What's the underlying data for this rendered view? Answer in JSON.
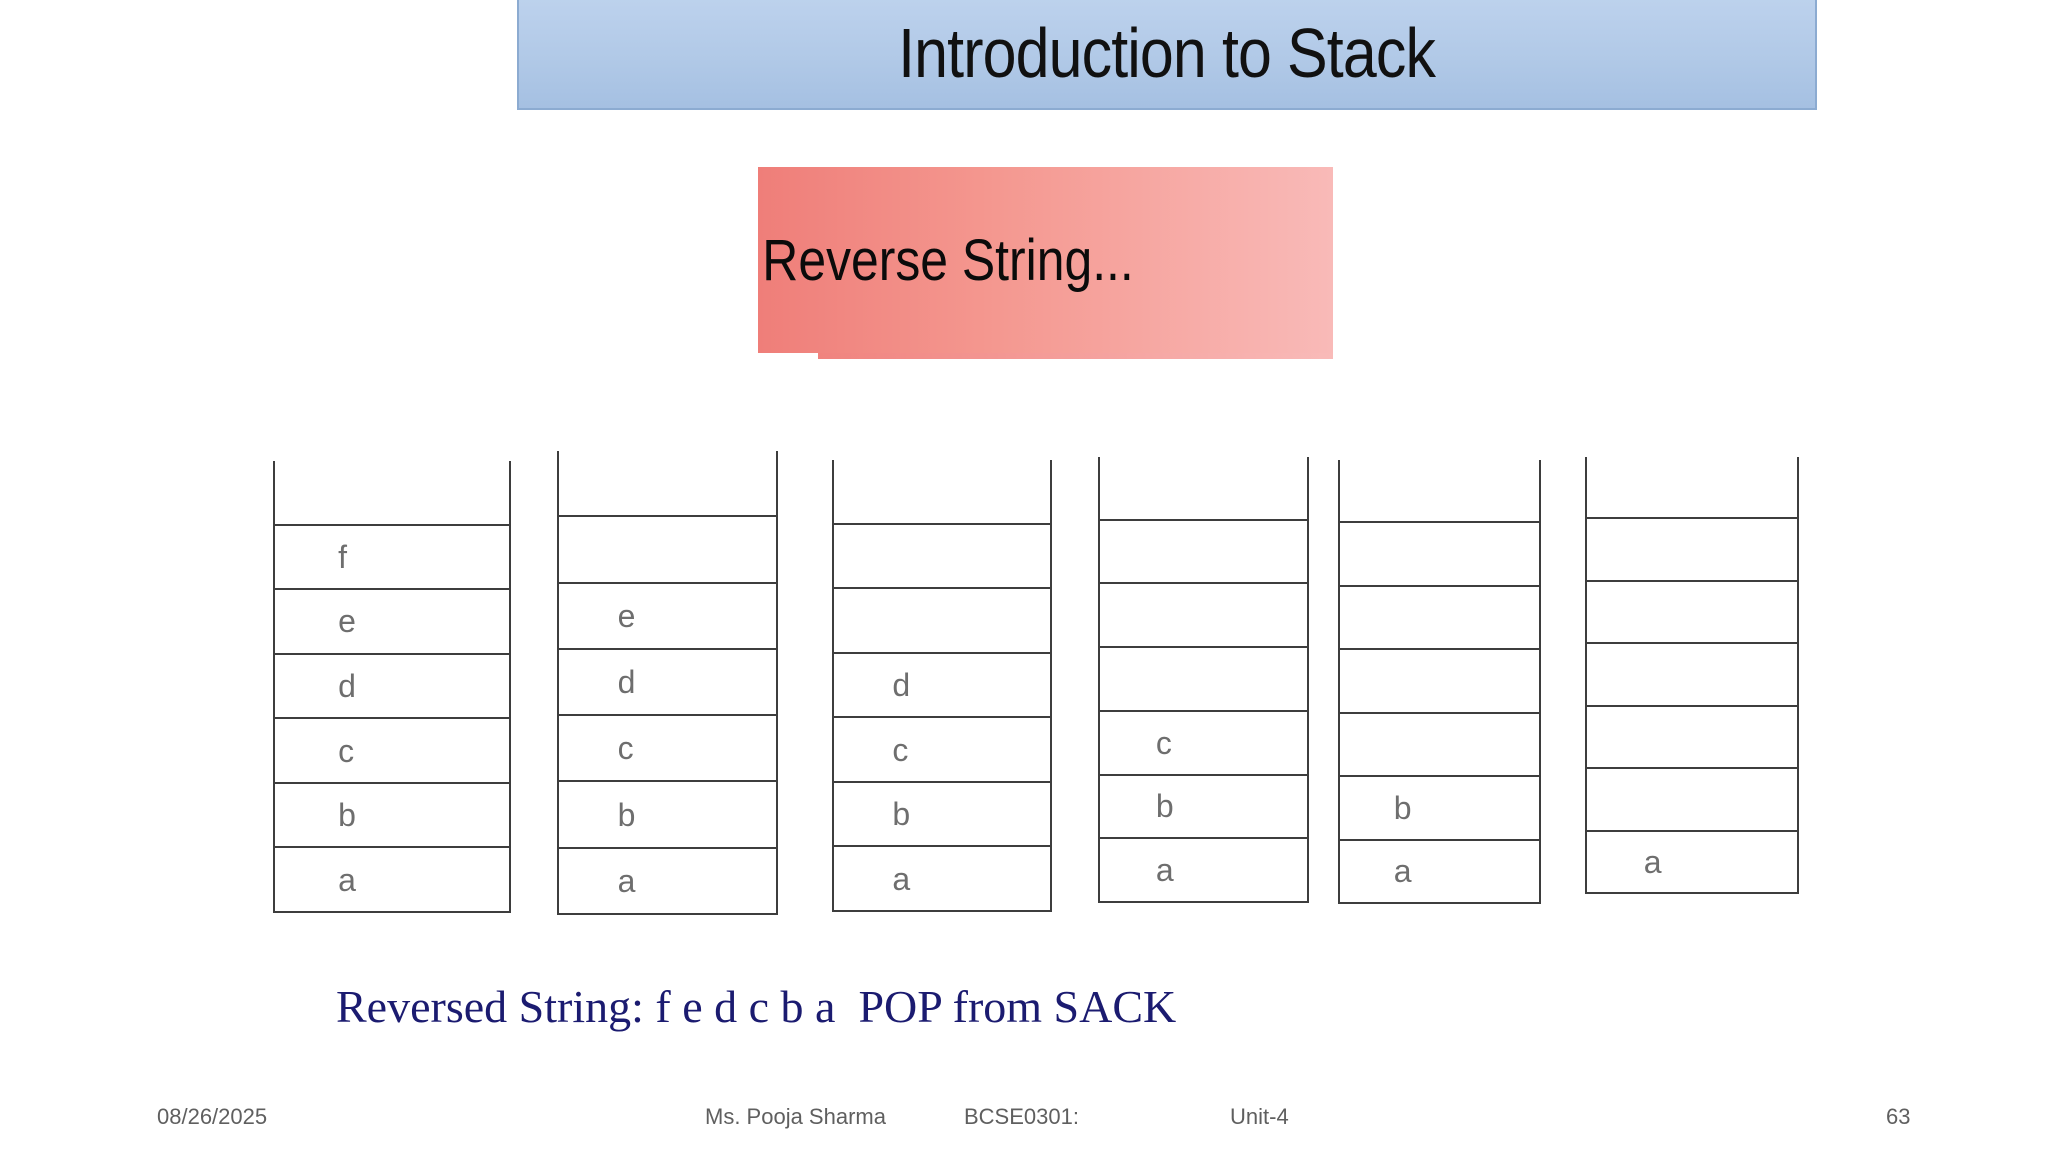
{
  "title": {
    "text": "Introduction to Stack"
  },
  "banner": {
    "text": "Reverse String..."
  },
  "stacks": [
    {
      "name": "stack-1",
      "cells": [
        "f",
        "e",
        "d",
        "c",
        "b",
        "a"
      ]
    },
    {
      "name": "stack-2",
      "cells": [
        "",
        "e",
        "d",
        "c",
        "b",
        "a"
      ]
    },
    {
      "name": "stack-3",
      "cells": [
        "",
        "",
        "d",
        "c",
        "b",
        "a"
      ]
    },
    {
      "name": "stack-4",
      "cells": [
        "",
        "",
        "",
        "c",
        "b",
        "a"
      ]
    },
    {
      "name": "stack-5",
      "cells": [
        "",
        "",
        "",
        "",
        "b",
        "a"
      ]
    },
    {
      "name": "stack-6",
      "cells": [
        "",
        "",
        "",
        "",
        "",
        "a"
      ]
    }
  ],
  "caption": {
    "text": "Reversed String: f e d c b a  POP from SACK"
  },
  "footer": {
    "date": "08/26/2025",
    "author": "Ms. Pooja Sharma",
    "course": "BCSE0301:",
    "unit": "Unit-4",
    "page": "63"
  },
  "colors": {
    "title_fill_top": "#bdd2ed",
    "title_fill_bottom": "#a5c0e2",
    "title_border": "#8cabd1",
    "banner_gradient_left": "#ef7e79",
    "banner_gradient_right": "#f9bab8",
    "stack_border": "#3d3d3d",
    "stack_letter": "#6e6e6e",
    "caption_text": "#1b1b70",
    "footer_text": "#5f5f5f"
  }
}
